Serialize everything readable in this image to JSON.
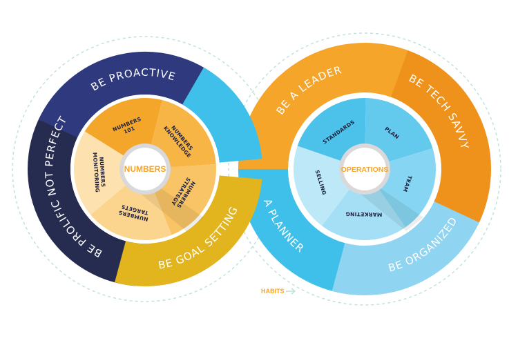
{
  "colors": {
    "navy_dark": "#262b50",
    "navy": "#2f3a7e",
    "yellow": "#e2b41d",
    "blue": "#3fc0ea",
    "orange": "#f4a52a",
    "orange_dark": "#ef921c",
    "light_blue": "#8fd4f0",
    "dash": "#bfe3dc"
  },
  "left_wheel": {
    "hub": "NUMBERS",
    "ring": {
      "proactive": "BE PROACTIVE",
      "prolific": "BE PROLIFIC NOT PERFECT",
      "goal": "BE GOAL SETTING"
    },
    "segments": [
      {
        "l1": "NUMBERS",
        "l2": "101",
        "color": "#f3a62a"
      },
      {
        "l1": "NUMBERS",
        "l2": "KNOWLEDGE",
        "color": "#f6b545"
      },
      {
        "l1": "NUMBERS",
        "l2": "STRATEGY",
        "color": "#f8c466"
      },
      {
        "l1": "NUMBERS",
        "l2": "TARGETS",
        "color": "#fbd58e"
      },
      {
        "l1": "NUMBERS",
        "l2": "MONITORING",
        "color": "#fde2b0"
      }
    ]
  },
  "right_wheel": {
    "hub": "OPERATIONS",
    "ring": {
      "leader": "BE A LEADER",
      "tech": "BE TECH SAVVY",
      "organized": "BE ORGANIZED",
      "planner": "A PLANNER"
    },
    "segments": [
      {
        "l1": "STANDARDS",
        "color": "#4cc2ea"
      },
      {
        "l1": "PLAN",
        "color": "#63caee"
      },
      {
        "l1": "TEAM",
        "color": "#86d5f2"
      },
      {
        "l1": "MARKETING",
        "color": "#a5dff5"
      },
      {
        "l1": "SELLING",
        "color": "#bde8f8"
      }
    ]
  },
  "habits_label": "HABITS"
}
